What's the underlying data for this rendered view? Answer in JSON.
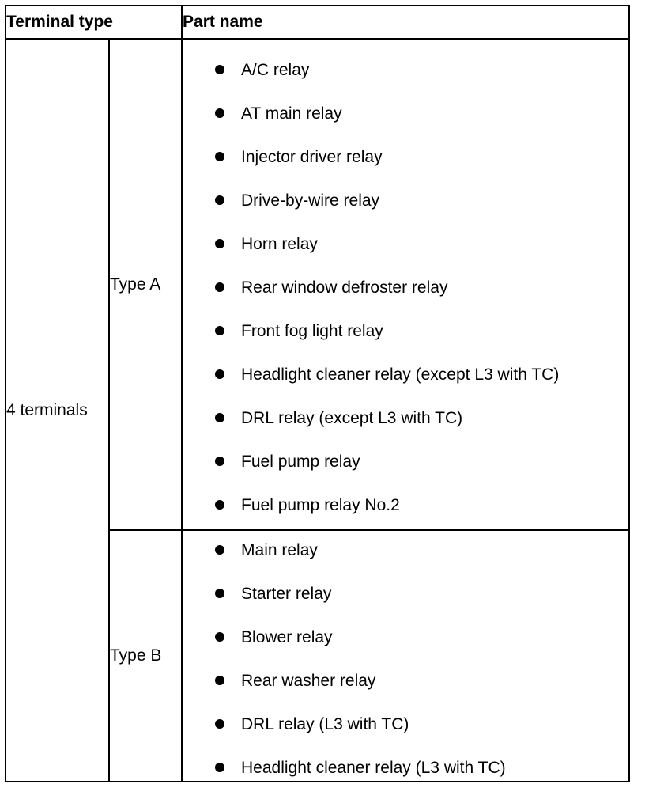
{
  "header": {
    "terminal_type": "Terminal type",
    "part_name": "Part name"
  },
  "terminals": "4 terminals",
  "groups": [
    {
      "type": "Type A",
      "parts": [
        "A/C relay",
        "AT main relay",
        "Injector driver relay",
        "Drive-by-wire relay",
        "Horn relay",
        "Rear window defroster relay",
        "Front fog light relay",
        "Headlight cleaner relay (except L3 with TC)",
        "DRL relay (except L3 with TC)",
        "Fuel pump relay",
        "Fuel pump relay No.2"
      ]
    },
    {
      "type": "Type B",
      "parts": [
        "Main relay",
        "Starter relay",
        "Blower relay",
        "Rear washer relay",
        "DRL relay (L3 with TC)",
        "Headlight cleaner relay (L3 with TC)"
      ]
    }
  ]
}
